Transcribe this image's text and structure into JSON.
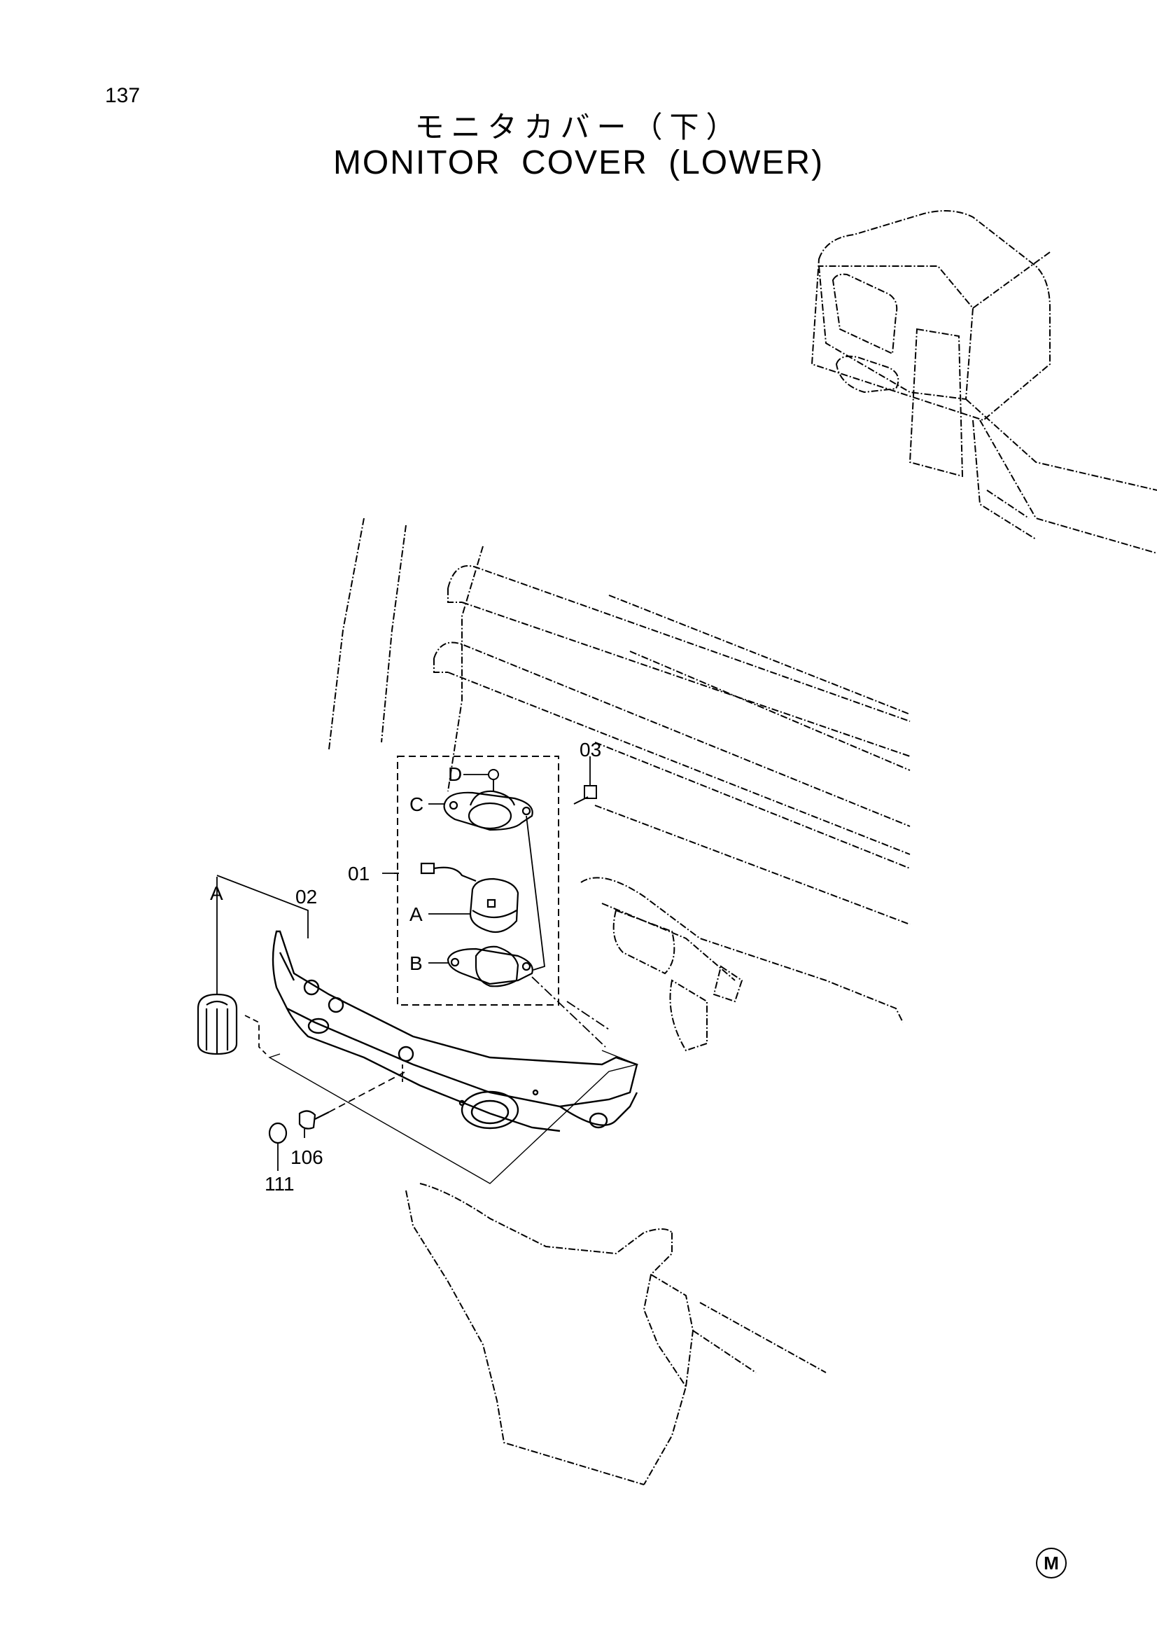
{
  "page": {
    "number": "137",
    "title_jp": "モニタカバー（下）",
    "title_en": "MONITOR COVER (LOWER)"
  },
  "callouts": {
    "p01": "01",
    "p02": "02",
    "p03": "03",
    "p106": "106",
    "p111": "111",
    "a_top": "A",
    "a_sub": "A",
    "b_sub": "B",
    "c_sub": "C",
    "d_sub": "D"
  },
  "corner_mark": "M"
}
